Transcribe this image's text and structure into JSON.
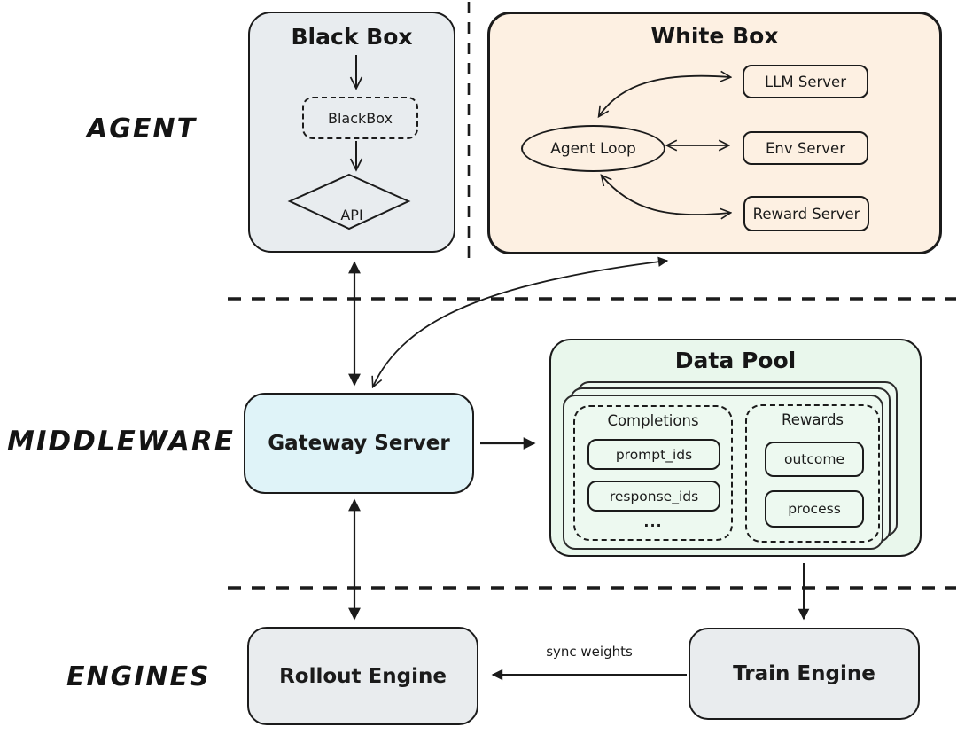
{
  "canvas": {
    "background": "#ffffff",
    "stroke_color": "#1b1b1b"
  },
  "section_labels": {
    "agent": "AGENT",
    "middleware": "MIDDLEWARE",
    "engines": "ENGINES"
  },
  "agent_layer": {
    "black_box": {
      "title": "Black Box",
      "fill": "#e8ecef",
      "node_label": "BlackBox",
      "api_label": "API"
    },
    "white_box": {
      "title": "White Box",
      "fill": "#fdf0e2",
      "agent_loop_label": "Agent Loop",
      "servers": [
        {
          "label": "LLM Server"
        },
        {
          "label": "Env Server"
        },
        {
          "label": "Reward Server"
        }
      ]
    }
  },
  "middleware_layer": {
    "gateway": {
      "title": "Gateway Server",
      "fill": "#dff3f8"
    },
    "data_pool": {
      "title": "Data Pool",
      "fill": "#e9f7ec",
      "card_fill": "#edf9f0",
      "completions": {
        "title": "Completions",
        "items": [
          "prompt_ids",
          "response_ids",
          "..."
        ]
      },
      "rewards": {
        "title": "Rewards",
        "items": [
          "outcome",
          "process"
        ]
      }
    }
  },
  "engines_layer": {
    "rollout": {
      "title": "Rollout Engine",
      "fill": "#e9ecee"
    },
    "train": {
      "title": "Train Engine",
      "fill": "#e9ecee"
    },
    "sync_weights_label": "sync weights"
  }
}
